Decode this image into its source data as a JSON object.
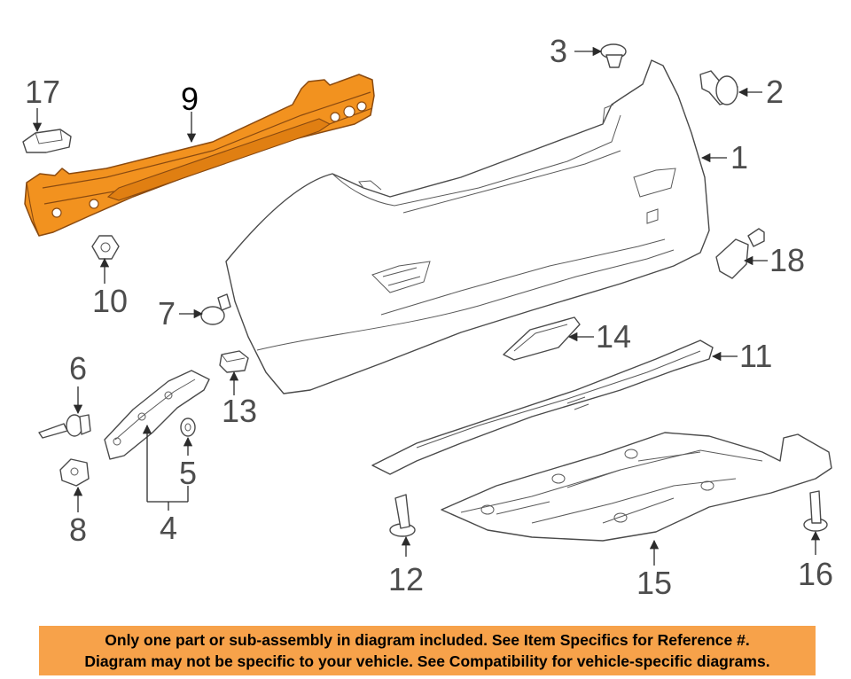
{
  "callouts": {
    "c1": "1",
    "c2": "2",
    "c3": "3",
    "c4": "4",
    "c5": "5",
    "c6": "6",
    "c7": "7",
    "c8": "8",
    "c9": "9",
    "c10": "10",
    "c11": "11",
    "c12": "12",
    "c13": "13",
    "c14": "14",
    "c15": "15",
    "c16": "16",
    "c17": "17",
    "c18": "18"
  },
  "highlight_color": "#f2921f",
  "banner": {
    "line1": "Only one part or sub-assembly in diagram included. See Item Specifics for Reference #.",
    "line2": "Diagram may not be specific to your vehicle. See Compatibility for vehicle-specific diagrams.",
    "background": "#f7a24a"
  }
}
